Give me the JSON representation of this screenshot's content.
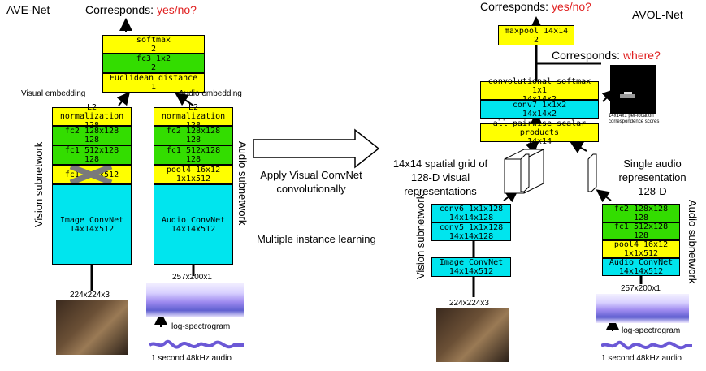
{
  "left": {
    "title": "AVE-Net",
    "corresponds_prefix": "Corresponds: ",
    "corresponds_value": "yes/no?",
    "head": {
      "softmax": [
        "softmax",
        "2"
      ],
      "fc3": [
        "fc3 1x2",
        "2"
      ],
      "euclid": [
        "Euclidean distance",
        "1"
      ]
    },
    "visual_embedding": "Visual embedding",
    "audio_embedding": "Audio embedding",
    "vision_col": {
      "l2": [
        "L2 normalization",
        "128"
      ],
      "fc2": [
        "fc2 128x128",
        "128"
      ],
      "fc1": [
        "fc1 512x128",
        "128"
      ],
      "crossed": "fc1 1x1x512",
      "convnet": [
        "Image ConvNet",
        "14x14x512"
      ]
    },
    "audio_col": {
      "l2": [
        "L2 normalization",
        "128"
      ],
      "fc2": [
        "fc2 128x128",
        "128"
      ],
      "fc1": [
        "fc1 512x128",
        "128"
      ],
      "pool": [
        "pool4 16x12",
        "1x1x512"
      ],
      "convnet": [
        "Audio ConvNet",
        "14x14x512"
      ]
    },
    "vision_subnetwork": "Vision subnetwork",
    "audio_subnetwork": "Audio subnetwork",
    "img_dim": "224x224x3",
    "spec_dim": "257x200x1",
    "log_spec": "log-spectrogram",
    "audio_caption": "1 second 48kHz audio"
  },
  "middle": {
    "apply": [
      "Apply Visual ConvNet",
      "convolutionally"
    ],
    "mil": "Multiple instance learning"
  },
  "right": {
    "title": "AVOL-Net",
    "corresponds_prefix": "Corresponds: ",
    "corresponds_value": "yes/no?",
    "where_prefix": "Corresponds: ",
    "where_value": "where?",
    "maxpool": [
      "maxpool 14x14",
      "2"
    ],
    "conv_softmax": [
      "convolutional softmax 1x1",
      "14x14x2"
    ],
    "conv7": [
      "conv7 1x1x2",
      "14x14x2"
    ],
    "pairwise": [
      "all pairwise scalar products",
      "14x14"
    ],
    "heatmap_caption": [
      "14x14x1 per-location",
      "correspondence scores"
    ],
    "grid_label": [
      "14x14 spatial grid of",
      "128-D visual",
      "representations"
    ],
    "single_audio": [
      "Single audio",
      "representation",
      "128-D"
    ],
    "vision_col": {
      "conv6": [
        "conv6 1x1x128",
        "14x14x128"
      ],
      "conv5": [
        "conv5 1x1x128",
        "14x14x128"
      ],
      "convnet": [
        "Image ConvNet",
        "14x14x512"
      ]
    },
    "audio_col": {
      "fc2": [
        "fc2 128x128",
        "128"
      ],
      "fc1": [
        "fc1 512x128",
        "128"
      ],
      "pool": [
        "pool4 16x12",
        "1x1x512"
      ],
      "convnet": [
        "Audio ConvNet",
        "14x14x512"
      ]
    },
    "vision_subnetwork": "Vision subnetwork",
    "audio_subnetwork": "Audio subnetwork",
    "img_dim": "224x224x3",
    "spec_dim": "257x200x1",
    "log_spec": "log-spectrogram",
    "audio_caption": "1 second 48kHz audio"
  },
  "colors": {
    "yellow": "#ffff00",
    "green": "#33dd00",
    "cyan": "#00e5ee",
    "red": "#e02020"
  }
}
